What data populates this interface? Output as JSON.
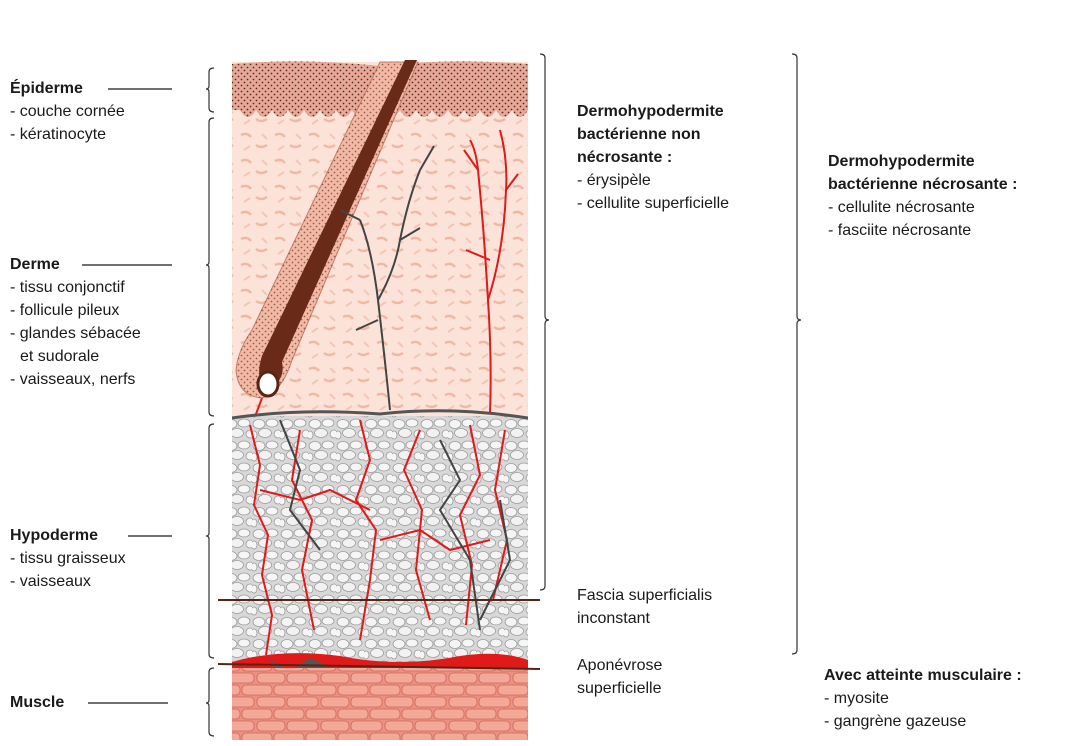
{
  "left_labels": {
    "epiderme": {
      "title": "Épiderme",
      "items": [
        "- couche cornée",
        "- kératinocyte"
      ]
    },
    "derme": {
      "title": "Derme",
      "items": [
        "- tissu conjonctif",
        "- follicule pileux",
        "- glandes sébacée",
        "et sudorale",
        "- vaisseaux, nerfs"
      ]
    },
    "hypoderme": {
      "title": "Hypoderme",
      "items": [
        "- tissu graisseux",
        "- vaisseaux"
      ]
    },
    "muscle": {
      "title": "Muscle"
    }
  },
  "right_labels": {
    "non_necrosante": {
      "title_lines": [
        "Dermohypodermite",
        "bactérienne non",
        "nécrosante :"
      ],
      "items": [
        "- érysipèle",
        "- cellulite superficielle"
      ]
    },
    "necrosante": {
      "title_lines": [
        "Dermohypodermite",
        "bactérienne nécrosante :"
      ],
      "items": [
        "- cellulite nécrosante",
        "- fasciite nécrosante"
      ]
    },
    "fascia": {
      "lines": [
        "Fascia superficialis",
        "inconstant"
      ]
    },
    "aponevrose": {
      "lines": [
        "Aponévrose",
        "superficielle"
      ]
    },
    "musculaire": {
      "title": "Avec atteinte musculaire :",
      "items": [
        "- myosite",
        "- gangrène gazeuse"
      ]
    }
  },
  "colors": {
    "epidermis": "#e8a898",
    "dermis": "#fbe3da",
    "collagen": "#f1b7a3",
    "fat": "#e4e4e4",
    "hair": "#5a2414",
    "vessel": "#e01919",
    "nerve": "#444444",
    "muscle": "#ee9080"
  }
}
